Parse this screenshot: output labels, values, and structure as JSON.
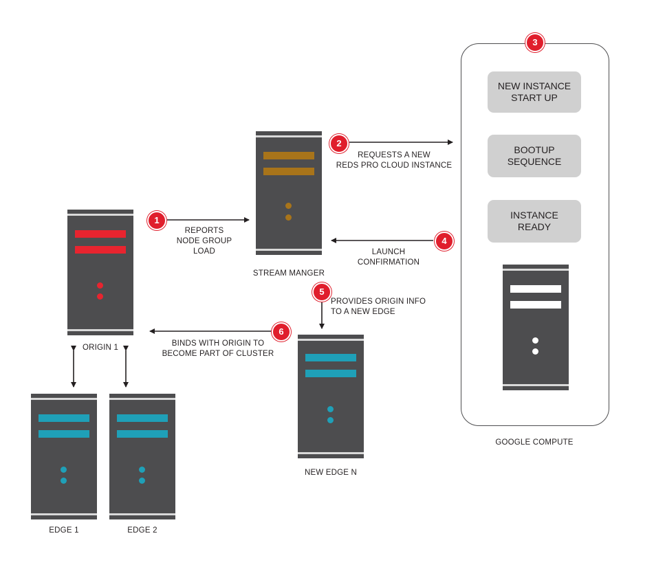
{
  "colors": {
    "server_body": "#4d4d4f",
    "origin_accent": "#e8242f",
    "manager_accent": "#a8741a",
    "edge_accent": "#1fa0b8",
    "cloud_accent": "#ffffff",
    "badge": "#e01e2c",
    "step_box": "#d0d0d0"
  },
  "servers": {
    "origin": {
      "label": "ORIGIN 1"
    },
    "stream_manager": {
      "label": "STREAM MANGER"
    },
    "edge1": {
      "label": "EDGE 1"
    },
    "edge2": {
      "label": "EDGE 2"
    },
    "new_edge": {
      "label": "NEW EDGE N"
    }
  },
  "google_compute": {
    "label": "GOOGLE COMPUTE",
    "steps": [
      "NEW INSTANCE\nSTART UP",
      "BOOTUP\nSEQUENCE",
      "INSTANCE\nREADY"
    ]
  },
  "flow": [
    {
      "number": "1",
      "text": "REPORTS\nNODE GROUP\nLOAD"
    },
    {
      "number": "2",
      "text": "REQUESTS A NEW\nREDS PRO CLOUD INSTANCE"
    },
    {
      "number": "3",
      "text": ""
    },
    {
      "number": "4",
      "text": "LAUNCH\nCONFIRMATION"
    },
    {
      "number": "5",
      "text": "PROVIDES ORIGIN INFO\nTO A NEW EDGE"
    },
    {
      "number": "6",
      "text": "BINDS WITH ORIGIN TO\nBECOME PART OF CLUSTER"
    }
  ]
}
